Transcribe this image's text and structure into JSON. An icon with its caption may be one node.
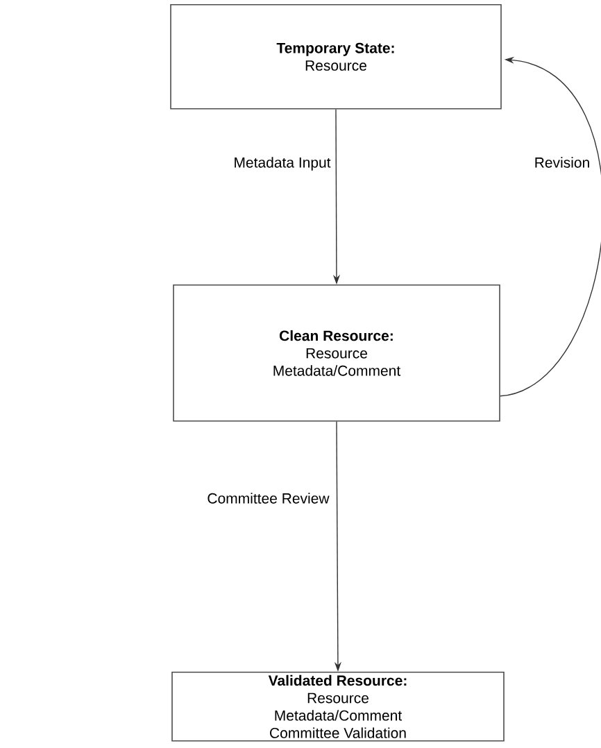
{
  "diagram": {
    "nodes": [
      {
        "text": [
          "Temporary State:",
          "Resource"
        ]
      },
      {
        "text": [
          "Clean Resource:",
          "Resource",
          "Metadata/Comment"
        ]
      },
      {
        "text": [
          "Validated Resource:",
          "Resource",
          "Metadata/Comment",
          "Committee Validation"
        ]
      }
    ],
    "edges": [
      {
        "from": 0,
        "to": 1,
        "arrow": "to",
        "label": "Metadata Input"
      },
      {
        "from": 1,
        "to": 0,
        "arrow": "to",
        "label": "Revision"
      },
      {
        "from": 1,
        "to": 2,
        "arrow": "to",
        "label": "Committee Review"
      }
    ]
  }
}
